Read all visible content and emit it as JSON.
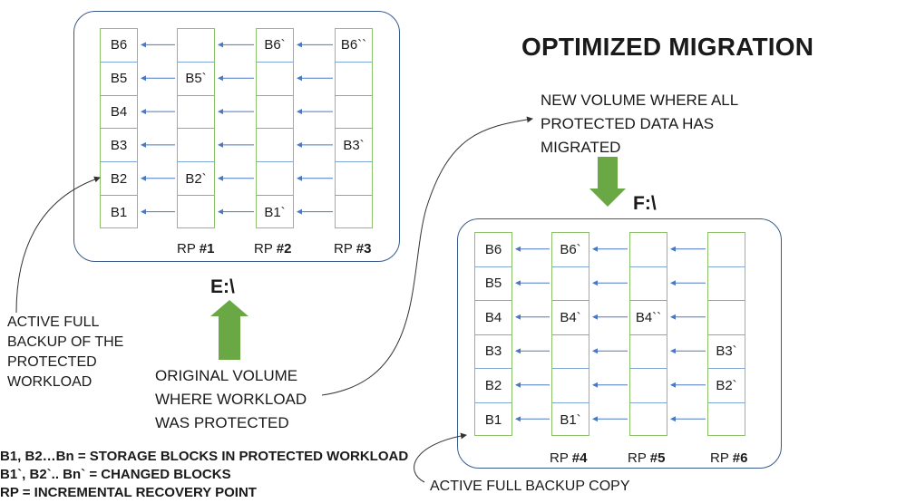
{
  "title": "OPTIMIZED MIGRATION",
  "source": {
    "drive": "E:\\",
    "original_caption": [
      "ORIGINAL VOLUME",
      "WHERE WORKLOAD",
      "WAS PROTECTED"
    ],
    "active_caption": [
      "ACTIVE FULL",
      "BACKUP OF THE",
      "PROTECTED",
      "WORKLOAD"
    ],
    "columns": [
      {
        "label": "",
        "cells": [
          "B6",
          "B5",
          "B4",
          "B3",
          "B2",
          "B1"
        ]
      },
      {
        "label_prefix": "RP ",
        "label_num": "#1",
        "cells": [
          "",
          "B5`",
          "",
          "",
          "B2`",
          ""
        ]
      },
      {
        "label_prefix": "RP ",
        "label_num": "#2",
        "cells": [
          "B6`",
          "",
          "",
          "",
          "",
          "B1`"
        ]
      },
      {
        "label_prefix": "RP ",
        "label_num": "#3",
        "cells": [
          "B6``",
          "",
          "",
          "B3`",
          "",
          ""
        ]
      }
    ]
  },
  "target": {
    "drive": "F:\\",
    "new_caption": [
      "NEW VOLUME WHERE ALL",
      "PROTECTED DATA HAS",
      "MIGRATED"
    ],
    "copy_caption": "ACTIVE FULL BACKUP COPY",
    "columns": [
      {
        "label": "",
        "cells": [
          "B6",
          "B5",
          "B4",
          "B3",
          "B2",
          "B1"
        ]
      },
      {
        "label_prefix": "RP ",
        "label_num": "#4",
        "cells": [
          "B6`",
          "",
          "B4`",
          "",
          "",
          "B1`"
        ]
      },
      {
        "label_prefix": "RP ",
        "label_num": "#5",
        "cells": [
          "",
          "",
          "B4``",
          "",
          "",
          ""
        ]
      },
      {
        "label_prefix": "RP ",
        "label_num": "#6",
        "cells": [
          "",
          "",
          "",
          "B3`",
          "B2`",
          ""
        ]
      }
    ]
  },
  "legend": [
    "B1, B2…Bn = STORAGE BLOCKS IN PROTECTED WORKLOAD",
    "B1`, B2`.. Bn` = CHANGED BLOCKS",
    "RP = INCREMENTAL RECOVERY POINT"
  ],
  "colors": {
    "box_border": "#3a5a8c",
    "column_border": "#8cc06a",
    "arrow": "#4a78c4",
    "big_arrow": "#6aa845"
  }
}
